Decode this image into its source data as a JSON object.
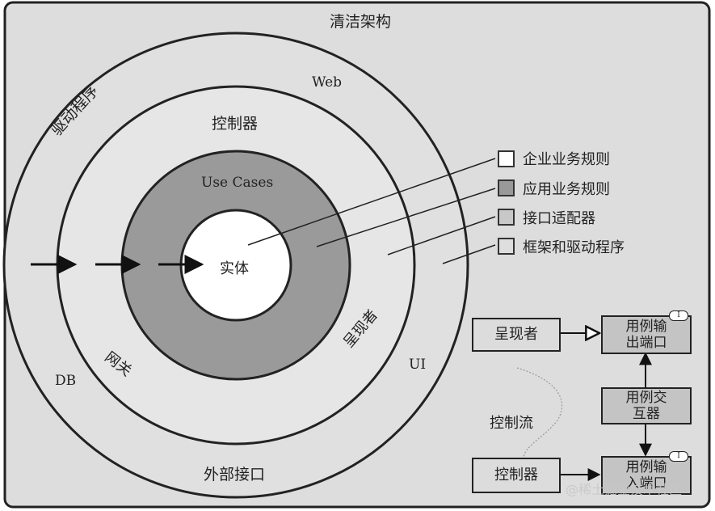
{
  "diagram": {
    "title": "清洁架构",
    "rings": {
      "outer_top": "Web",
      "outer_left": "驱动程序",
      "outer_left_bottom": "DB",
      "outer_right": "UI",
      "adapter_top": "控制器",
      "adapter_left": "网关",
      "adapter_right": "呈现者",
      "adapter_bottom": "外部接口",
      "usecase": "Use Cases",
      "entity": "实体"
    },
    "legend": [
      {
        "label": "企业业务规则",
        "color": "#ffffff"
      },
      {
        "label": "应用业务规则",
        "color": "#999999"
      },
      {
        "label": "接口适配器",
        "color": "#c8c8c8"
      },
      {
        "label": "框架和驱动程序",
        "color": "#dedede"
      }
    ],
    "flow": {
      "presenter": "呈现者",
      "output_port": "用例输出端口",
      "interactor": "用例交互器",
      "controller": "控制器",
      "input_port": "用例输入端口",
      "control_flow": "控制流",
      "port_marker": "I"
    },
    "watermark": "@稀土掘金技术社区"
  }
}
